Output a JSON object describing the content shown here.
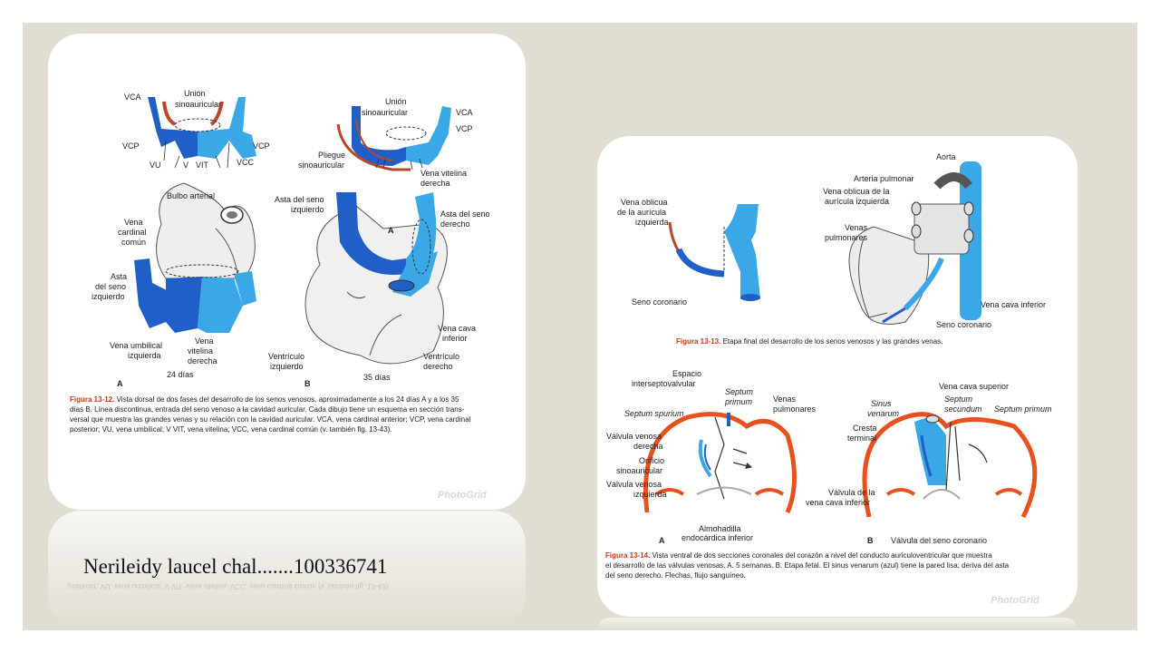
{
  "author_line": "Nerileidy laucel chal.......100336741",
  "watermark": "PhotoGrid",
  "fig1312": {
    "a_labels": {
      "vca": "VCA",
      "union1": "Unión",
      "union2": "sinoauricular",
      "vcp_left": "VCP",
      "vcp_right": "VCP",
      "vu": "VU",
      "v": "V",
      "vit": "VIT",
      "vcc": "VCC",
      "bulbo": "Bulbo arterial",
      "vena_cardinal1": "Vena",
      "vena_cardinal2": "cardinal",
      "vena_cardinal3": "común",
      "asta1": "Asta",
      "asta2": "del seno",
      "asta3": "izquierdo",
      "umbilical1": "Vena umbilical",
      "umbilical2": "izquierda",
      "vitelina1": "Vena",
      "vitelina2": "vitelina",
      "vitelina3": "derecha",
      "panel": "A",
      "days": "24 días"
    },
    "b_labels": {
      "union1": "Unión",
      "union2": "sinoauricular",
      "vca": "VCA",
      "vcp": "VCP",
      "pliegue1": "Pliegue",
      "pliegue2": "sinoauricular",
      "vit1": "Vena vitelina",
      "vit2": "derecha",
      "asta_izq1": "Asta del seno",
      "asta_izq2": "izquierdo",
      "asta_der1": "Asta del seno",
      "asta_der2": "derecho",
      "a_mark": "A",
      "cava1": "Vena cava",
      "cava2": "inferior",
      "vent_izq1": "Ventrículo",
      "vent_izq2": "izquierdo",
      "vent_der1": "Ventrículo",
      "vent_der2": "derecho",
      "panel": "B",
      "days": "35 días"
    },
    "caption": {
      "fig": "Figura 13-12.",
      "line1": "Vista dorsal de dos fases del desarrollo de los senos venosos, aproximadamente a los 24 días A y a los 35",
      "line2": "días B. Línea discontinua, entrada del seno venoso a la cavidad auricular. Cada dibujo tiene un esquema en sección trans-",
      "line3": "versal que muestra las grandes venas y su relación con la cavidad auricular. VCA, vena cardinal anterior; VCP, vena cardinal",
      "line4": "posterior; VU, vena umbilical; V VIT, vena vitelina; VCC, vena cardinal común (v. también fig. 13-43)."
    }
  },
  "fig1313": {
    "labels": {
      "oblicua1": "Vena oblicua",
      "oblicua2": "de la aurícula",
      "oblicua3": "izquierda",
      "seno_coronario_left": "Seno coronario",
      "aorta": "Aorta",
      "arteria": "Arteria pulmonar",
      "oblicua_r1": "Vena oblicua de la",
      "oblicua_r2": "aurícula izquierda",
      "venas_pulm1": "Venas",
      "venas_pulm2": "pulmonares",
      "cava_inf": "Vena cava inferior",
      "seno_coronario_right": "Seno coronario"
    },
    "caption": {
      "fig": "Figura 13-13.",
      "text": "Etapa final del desarrollo de los senos venosos y las grandes venas."
    }
  },
  "fig1314": {
    "labels": {
      "espacio1": "Espacio",
      "espacio2": "interseptovalvular",
      "septum_primum1": "Septum",
      "septum_primum2": "primum",
      "venas_pulm1": "Venas",
      "venas_pulm2": "pulmonares",
      "spurium": "Septum spurium",
      "valv_der1": "Válvula venosa",
      "valv_der2": "derecha",
      "orificio1": "Orificio",
      "orificio2": "sinoauricular",
      "valv_izq1": "Válvula venosa",
      "valv_izq2": "izquierda",
      "almohadilla1": "Almohadilla",
      "almohadilla2": "endocárdica inferior",
      "panel_a": "A",
      "panel_b": "B",
      "cava_sup": "Vena cava superior",
      "sinus1": "Sinus",
      "sinus2": "venarum",
      "septum_sec1": "Septum",
      "septum_sec2": "secundum",
      "septum_primum_b": "Septum primum",
      "cresta1": "Cresta",
      "cresta2": "terminal",
      "valv_cava1": "Válvula de la",
      "valv_cava2": "vena cava inferior",
      "valv_seno": "Válvula del seno coronario"
    },
    "caption": {
      "fig": "Figura 13-14.",
      "line1": "Vista ventral de dos secciones coronales del corazón a nivel del conducto auriculoventricular que muestra",
      "line2": "el desarrollo de las válvulas venosas. A. 5 semanas. B. Etapa fetal. El sinus venarum (azul) tiene la pared lisa; deriva del asta",
      "line3": "del seno derecho. Flechas, flujo sanguíneo."
    }
  },
  "colors": {
    "background": "#e2ddd3",
    "card": "#ffffff",
    "dark_blue": "#1f5fc7",
    "light_blue": "#3aa7e6",
    "red": "#b9472a",
    "orange": "#e8501e",
    "caption_red": "#c8361b"
  }
}
